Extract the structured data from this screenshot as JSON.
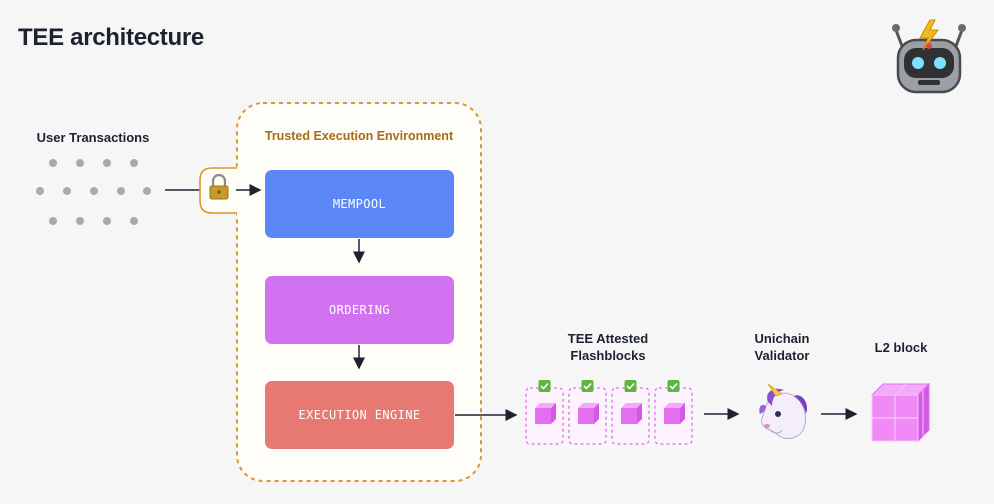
{
  "title": "TEE architecture",
  "user_transactions": {
    "label": "User Transactions"
  },
  "tee": {
    "label": "Trusted Execution Environment",
    "stages": [
      "MEMPOOL",
      "ORDERING",
      "EXECUTION ENGINE"
    ]
  },
  "flashblocks": {
    "label": "TEE Attested Flashblocks",
    "count": 4
  },
  "validator": {
    "label": "Unichain Validator",
    "icon": "unicorn-icon"
  },
  "l2_block": {
    "label": "L2 block",
    "icon": "cube-stack-icon"
  },
  "colors": {
    "mempool": "#5b87f7",
    "ordering": "#d173f1",
    "execution_engine": "#e77872",
    "tee_border": "#d8982f",
    "flashblock": "#e36ef0",
    "check": "#5fb53d"
  }
}
